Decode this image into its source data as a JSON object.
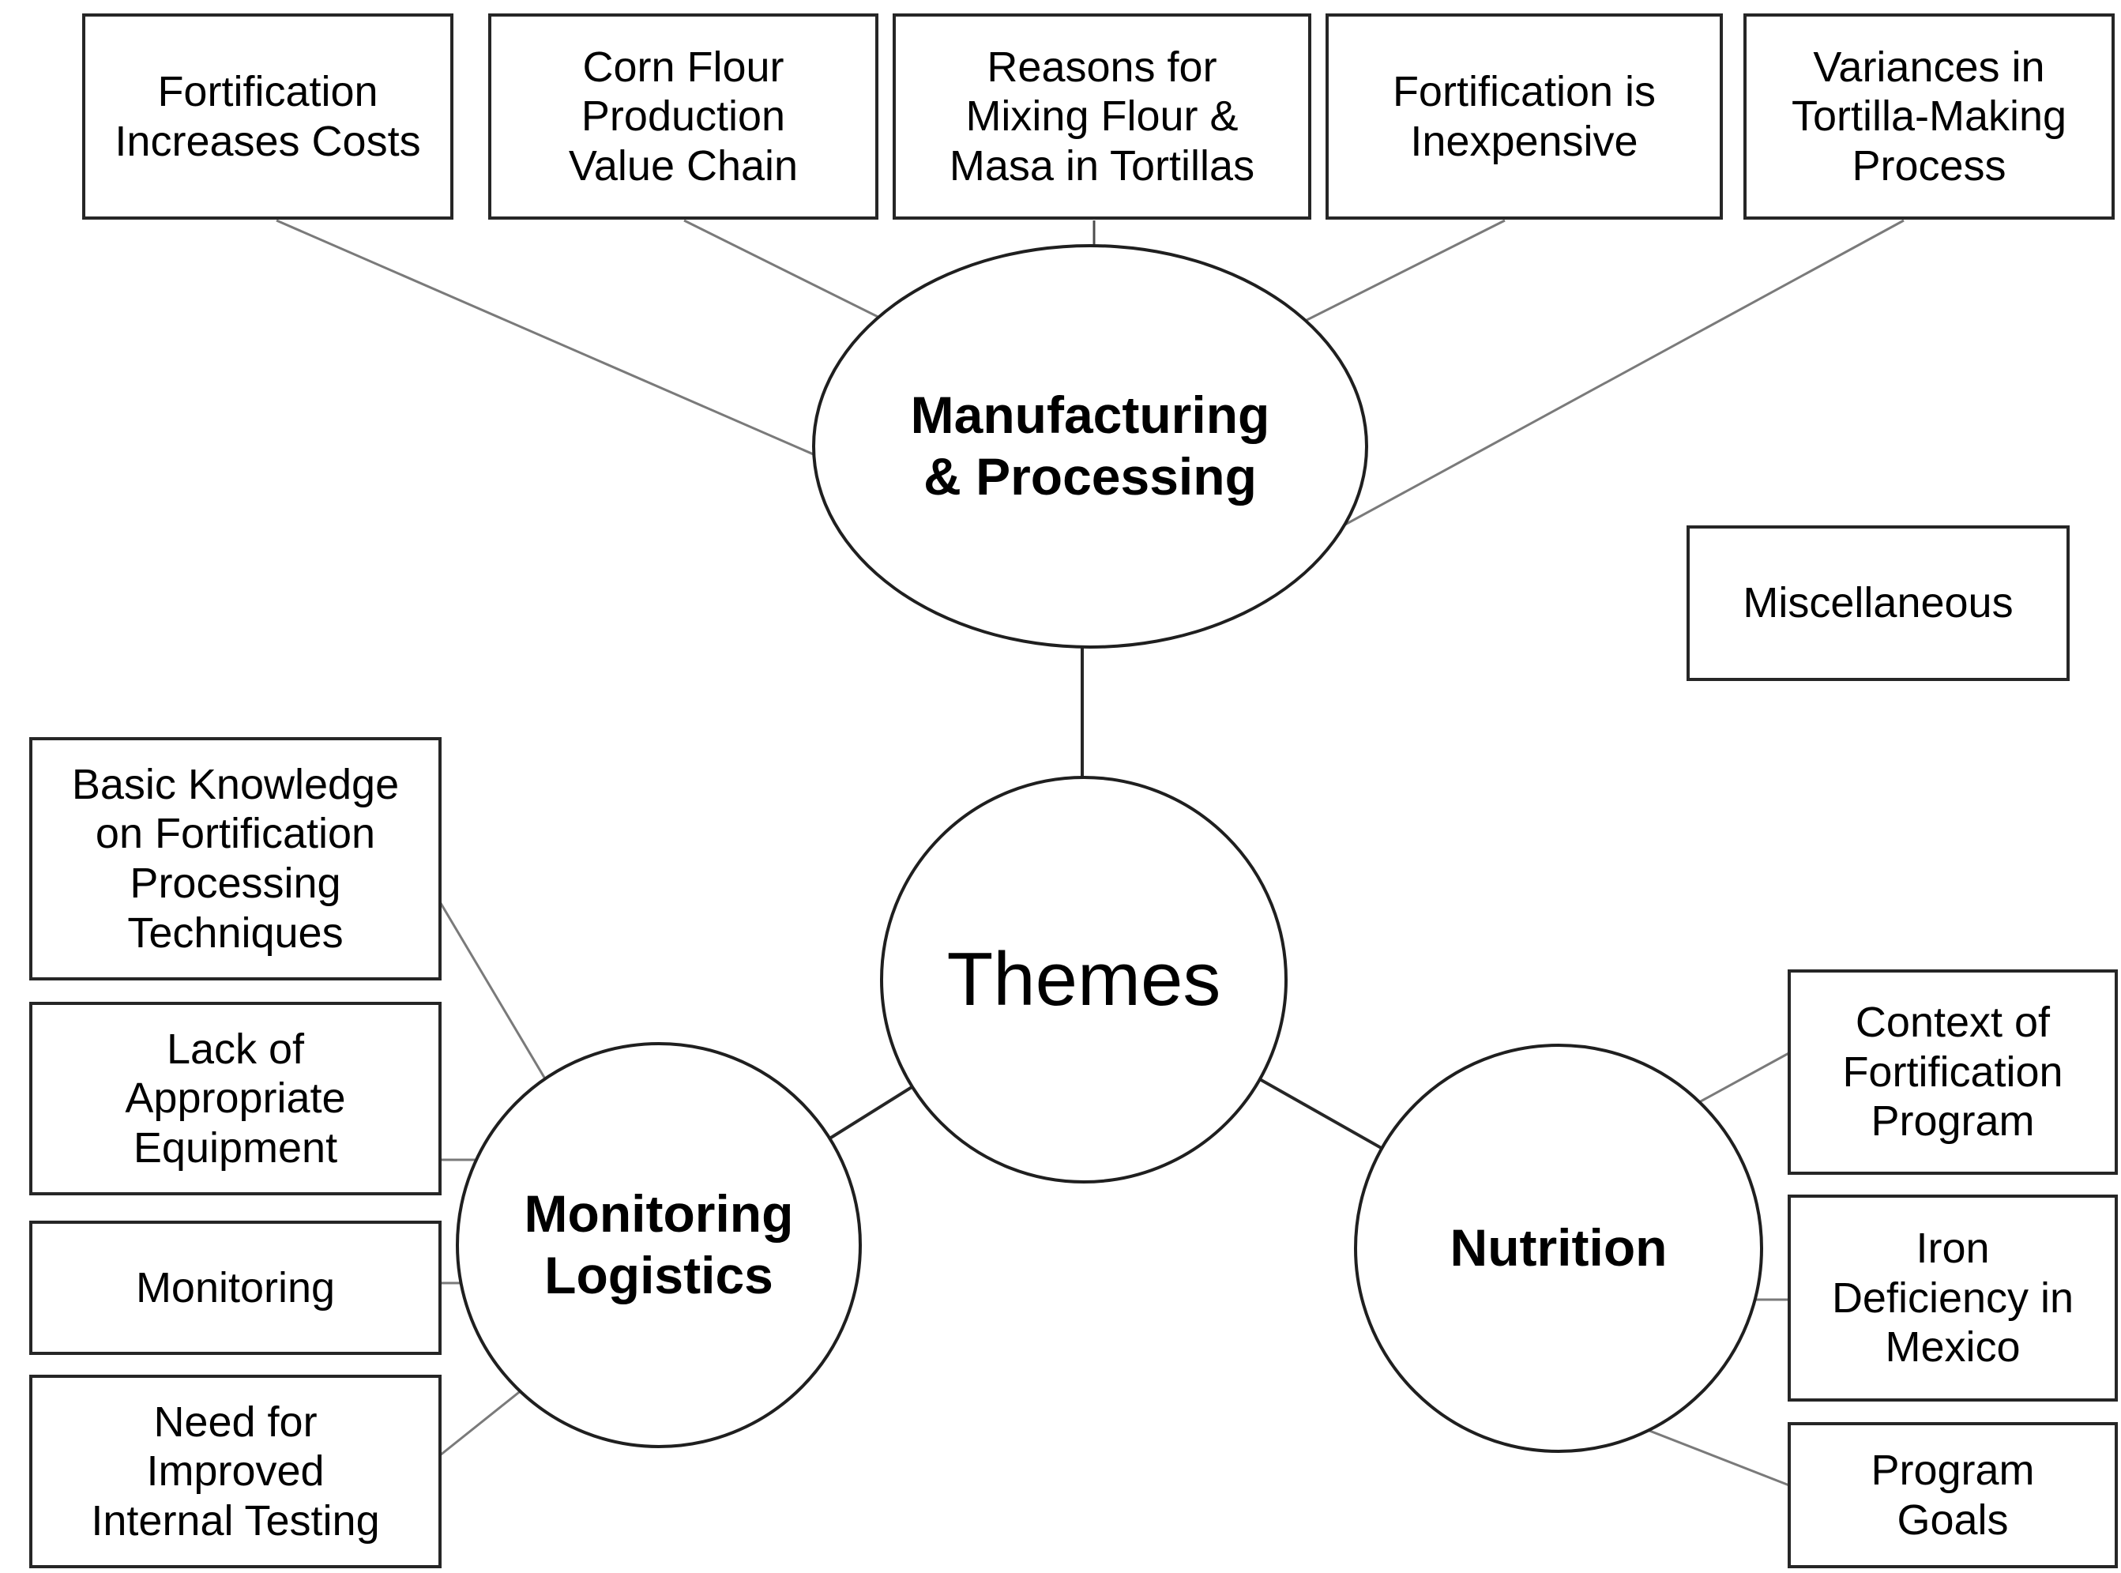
{
  "central_node": {
    "label": "Themes"
  },
  "category_nodes": {
    "manufacturing": {
      "label": "Manufacturing\n& Processing"
    },
    "monitoring": {
      "label": "Monitoring\nLogistics"
    },
    "nutrition": {
      "label": "Nutrition"
    }
  },
  "manufacturing_topics": [
    {
      "label": "Fortification\nIncreases Costs"
    },
    {
      "label": "Corn Flour\nProduction\nValue Chain"
    },
    {
      "label": "Reasons for\nMixing Flour &\nMasa in Tortillas"
    },
    {
      "label": "Fortification is\nInexpensive"
    },
    {
      "label": "Variances in\nTortilla-Making\nProcess"
    }
  ],
  "monitoring_topics": [
    {
      "label": "Basic Knowledge\non Fortification\nProcessing\nTechniques"
    },
    {
      "label": "Lack of\nAppropriate\nEquipment"
    },
    {
      "label": "Monitoring"
    },
    {
      "label": "Need for\nImproved\nInternal Testing"
    }
  ],
  "nutrition_topics": [
    {
      "label": "Context of\nFortification\nProgram"
    },
    {
      "label": "Iron\nDeficiency in\nMexico"
    },
    {
      "label": "Program\nGoals"
    }
  ],
  "unconnected_node": {
    "label": "Miscellaneous"
  },
  "colors": {
    "background": "#ffffff",
    "text": "#000000",
    "shape_border": "#262626",
    "connector_gray": "#7a7a7a",
    "connector_dark": "#262626"
  }
}
